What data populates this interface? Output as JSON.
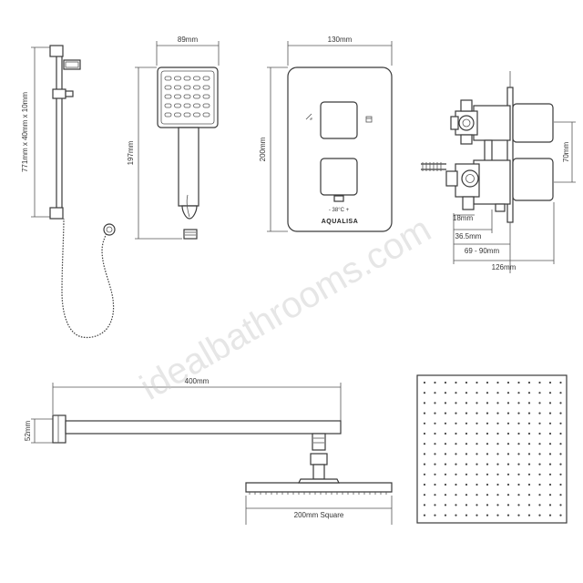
{
  "watermark": "idealbathrooms.com",
  "rail": {
    "size_label": "771mm x 40mm x 10mm"
  },
  "handset": {
    "width_label": "89mm",
    "height_label": "197mm"
  },
  "valve": {
    "width_label": "130mm",
    "height_label": "200mm",
    "temp_label": "- 38°C +",
    "brand": "AQUALISA"
  },
  "valve_side": {
    "height_label": "70mm",
    "dim_a": "18mm",
    "dim_b": "36.5mm",
    "dim_c": "69 - 90mm",
    "dim_d": "126mm"
  },
  "arm": {
    "length_label": "400mm",
    "height_label": "52mm",
    "head_label": "200mm Square"
  },
  "colors": {
    "line": "#3a3a3a",
    "watermark": "#c9c9c9"
  }
}
